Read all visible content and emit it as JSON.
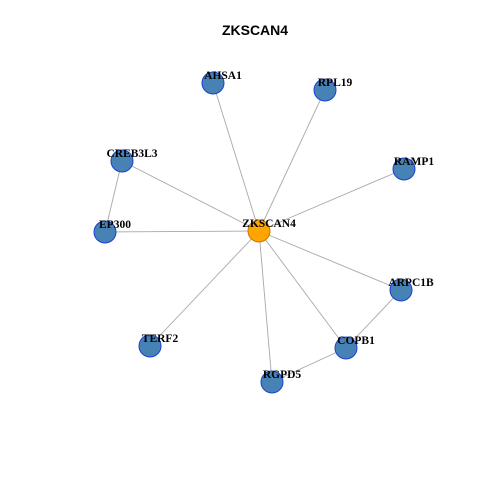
{
  "title": "ZKSCAN4",
  "colors": {
    "center_fill": "#FFA500",
    "center_stroke": "#C87800",
    "node_fill": "#4682B4",
    "node_stroke": "#1C3FD6",
    "edge": "#A8A8A8"
  },
  "nodes": [
    {
      "id": "ZKSCAN4",
      "label": "ZKSCAN4",
      "role": "center"
    },
    {
      "id": "AHSA1",
      "label": "AHSA1",
      "role": "neighbor"
    },
    {
      "id": "RPL19",
      "label": "RPL19",
      "role": "neighbor"
    },
    {
      "id": "CREB3L3",
      "label": "CREB3L3",
      "role": "neighbor"
    },
    {
      "id": "RAMP1",
      "label": "RAMP1",
      "role": "neighbor"
    },
    {
      "id": "EP300",
      "label": "EP300",
      "role": "neighbor"
    },
    {
      "id": "ARPC1B",
      "label": "ARPC1B",
      "role": "neighbor"
    },
    {
      "id": "TERF2",
      "label": "TERF2",
      "role": "neighbor"
    },
    {
      "id": "COPB1",
      "label": "COPB1",
      "role": "neighbor"
    },
    {
      "id": "RGPD5",
      "label": "RGPD5",
      "role": "neighbor"
    }
  ],
  "edges": [
    [
      "ZKSCAN4",
      "AHSA1"
    ],
    [
      "ZKSCAN4",
      "RPL19"
    ],
    [
      "ZKSCAN4",
      "CREB3L3"
    ],
    [
      "ZKSCAN4",
      "RAMP1"
    ],
    [
      "ZKSCAN4",
      "EP300"
    ],
    [
      "ZKSCAN4",
      "ARPC1B"
    ],
    [
      "ZKSCAN4",
      "TERF2"
    ],
    [
      "ZKSCAN4",
      "COPB1"
    ],
    [
      "ZKSCAN4",
      "RGPD5"
    ],
    [
      "CREB3L3",
      "EP300"
    ],
    [
      "ARPC1B",
      "COPB1"
    ],
    [
      "COPB1",
      "RGPD5"
    ]
  ]
}
